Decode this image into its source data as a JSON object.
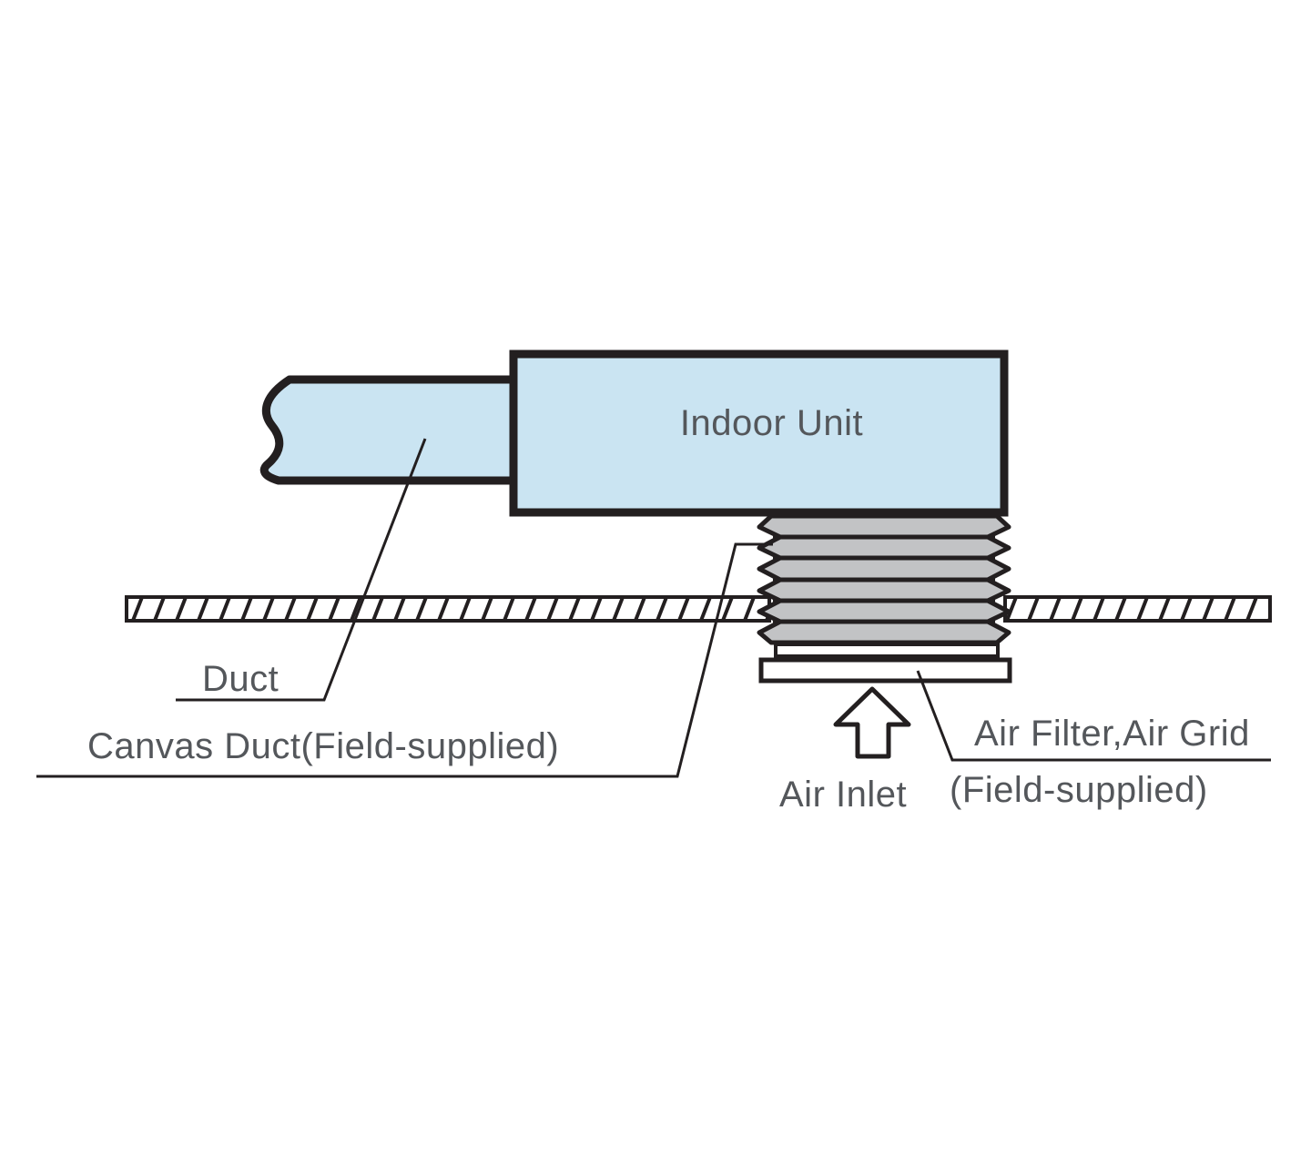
{
  "diagram": {
    "labels": {
      "indoor_unit": "Indoor Unit",
      "duct": "Duct",
      "canvas_duct": "Canvas Duct(Field-supplied)",
      "air_filter": "Air Filter,Air Grid",
      "air_filter_line2": "(Field-supplied)",
      "air_inlet": "Air Inlet"
    },
    "icons": {
      "air_inlet_arrow": "up-arrow"
    },
    "colors": {
      "duct-fill": "#cae4f2",
      "bellows-fill": "#c2c3c5",
      "line-color": "#231f20",
      "label-color": "#54575b",
      "background": "#ffffff"
    }
  }
}
